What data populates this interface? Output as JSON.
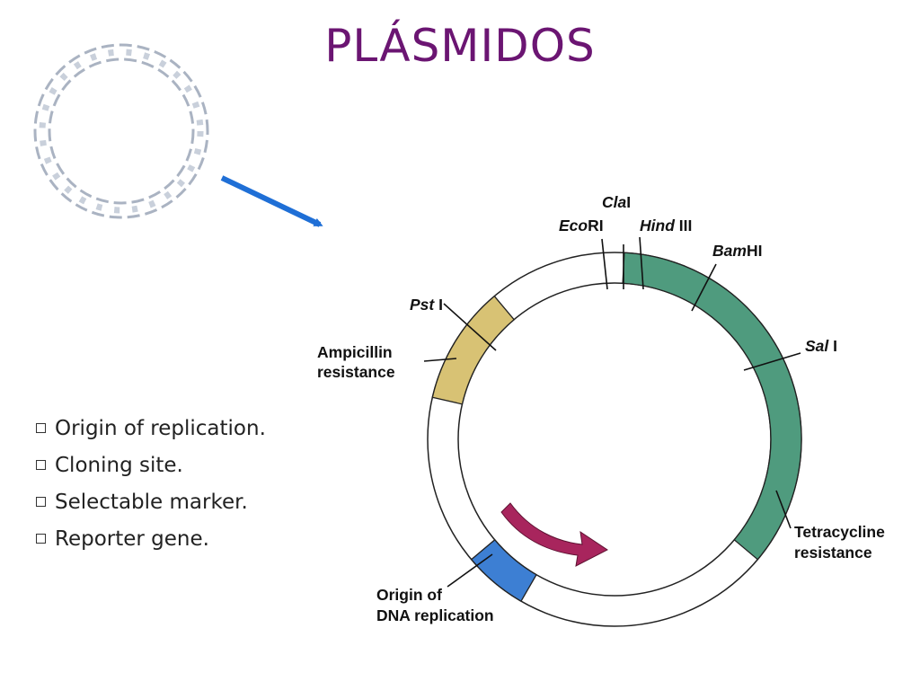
{
  "title": "PLÁSMIDOS",
  "bullets": [
    "Origin of replication.",
    "Cloning site.",
    "Selectable marker.",
    "Reporter gene."
  ],
  "diagram": {
    "sites": [
      {
        "italic": "Cla",
        "plain": "I"
      },
      {
        "italic": "Eco",
        "plain": "RI"
      },
      {
        "italic": "Hind",
        "plain": " III"
      },
      {
        "italic": "Bam",
        "plain": "HI"
      },
      {
        "italic": "Sal",
        "plain": " I"
      },
      {
        "italic": "Pst",
        "plain": " I"
      }
    ],
    "ampicillin": [
      "Ampicillin",
      "resistance"
    ],
    "tetracycline": [
      "Tetracycline",
      "resistance"
    ],
    "origin": [
      "Origin of",
      "DNA replication"
    ],
    "colors": {
      "title": "#6b1572",
      "ampicillin": "#d8c274",
      "tetracycline": "#4f9b7e",
      "origin": "#3d7fd3",
      "rep_arrow": "#a8255d",
      "pointer_arrow": "#1f6fd6"
    }
  }
}
